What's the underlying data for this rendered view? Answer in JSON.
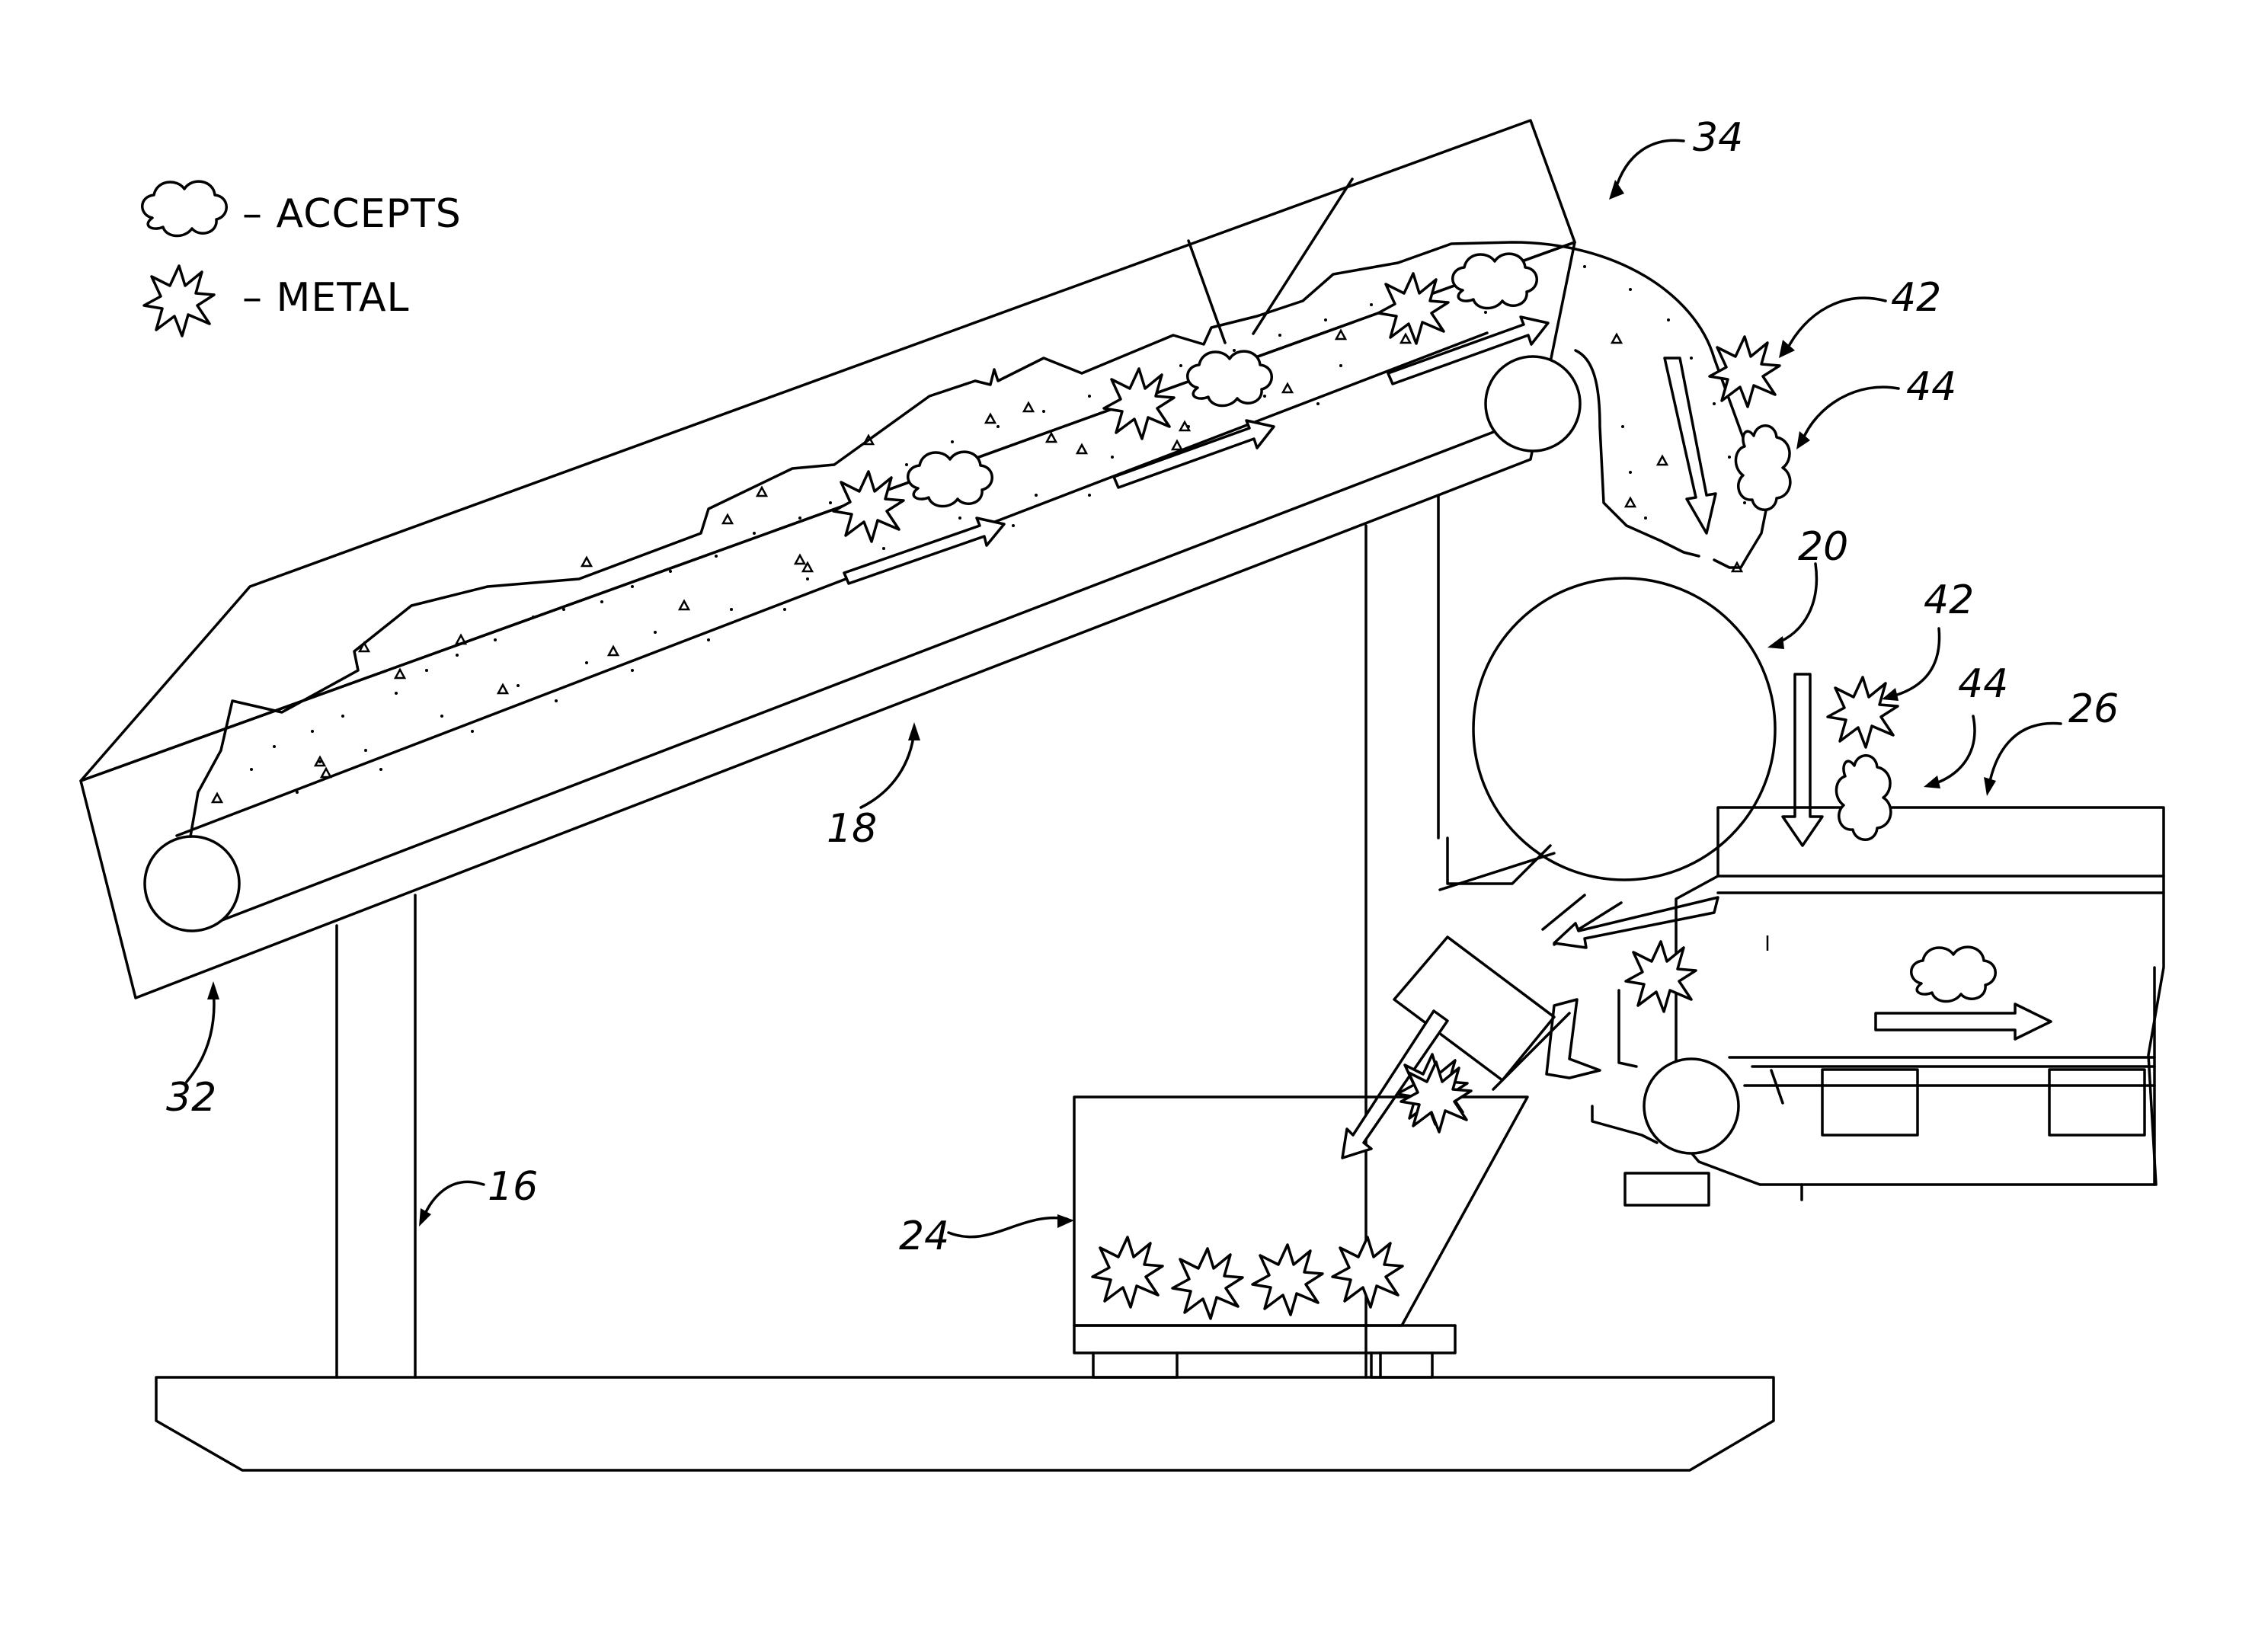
{
  "legend": {
    "accepts_label": "– ACCEPTS",
    "metal_label": "– METAL",
    "accepts_icon": "cloud-icon",
    "metal_icon": "starburst-icon"
  },
  "ref_numbers": {
    "conveyor_frame": "16",
    "conveyor_belt": "18",
    "magnetic_drum": "20",
    "metal_bin": "24",
    "accepts_conveyor": "26",
    "infeed_end": "32",
    "discharge_end": "34",
    "metal_upper": "42",
    "accepts_upper": "44",
    "metal_lower": "42",
    "accepts_lower": "44"
  }
}
